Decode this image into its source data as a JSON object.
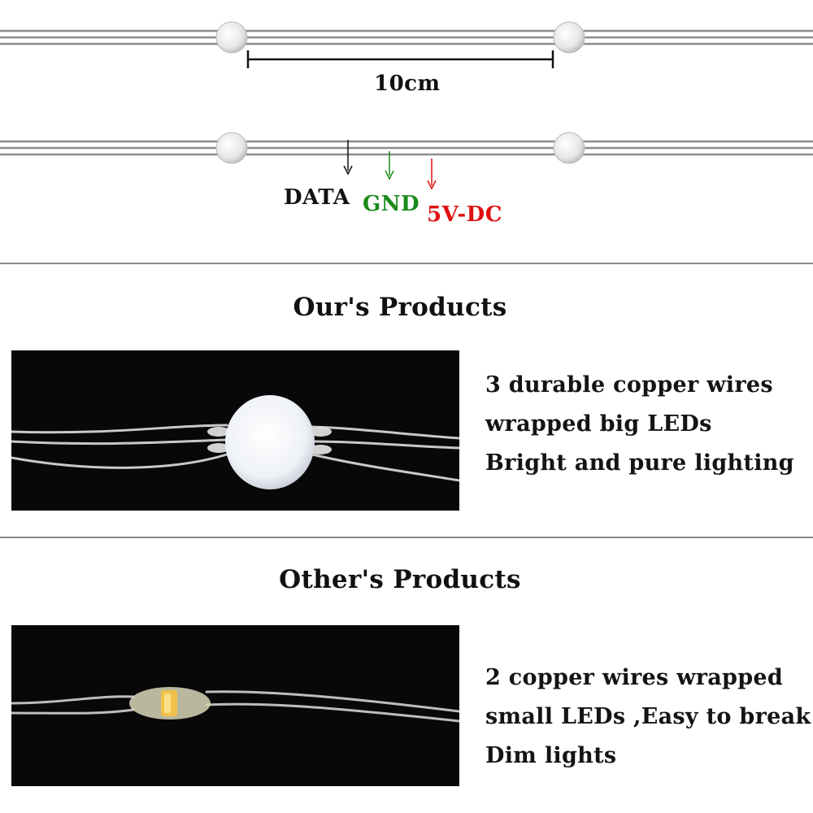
{
  "diagram": {
    "spacing_label": "10cm",
    "wire_labels": [
      {
        "text": "DATA",
        "color": "#111111"
      },
      {
        "text": "GND",
        "color": "#1a8a1a"
      },
      {
        "text": "5V-DC",
        "color": "#e01010"
      }
    ]
  },
  "sections": [
    {
      "title": "Our's Products",
      "lines": [
        "3 durable copper wires",
        "wrapped big LEDs",
        "Bright and pure lighting"
      ]
    },
    {
      "title": "Other's Products",
      "lines": [
        "2 copper wires wrapped",
        "small LEDs ,Easy to break",
        "Dim lights"
      ]
    }
  ]
}
